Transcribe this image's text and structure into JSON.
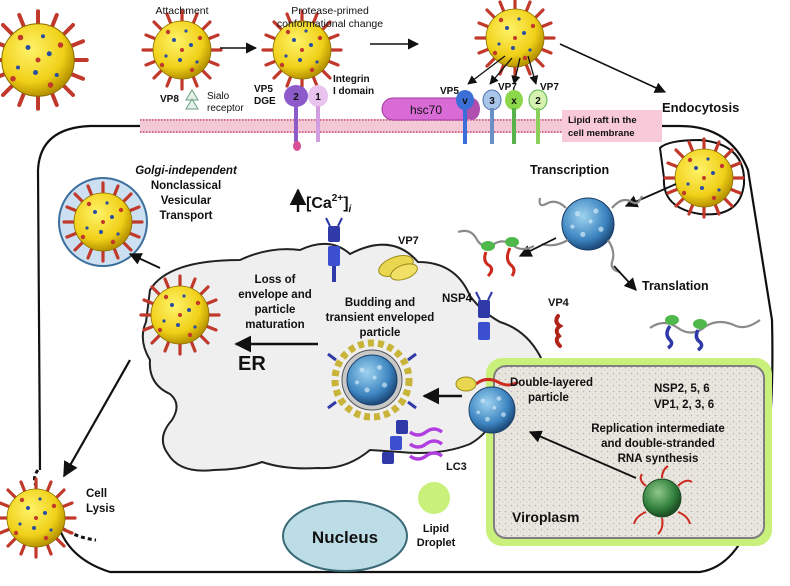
{
  "labels": {
    "attachment": "Attachment",
    "protease_primed_1": "Protease-primed",
    "protease_primed_2": "conformational change",
    "vp8": "VP8",
    "sialo_1": "Sialo",
    "sialo_2": "receptor",
    "vp5_left": "VP5",
    "dge": "DGE",
    "integrin_1": "Integrin",
    "integrin_2": "I domain",
    "integrin_num_1": "2",
    "integrin_num_2": "1",
    "vp5_right": "VP5",
    "hsc70": "hsc70",
    "vp7_a": "VP7",
    "vp7_b": "VP7",
    "receptor_v": "v",
    "receptor_3": "3",
    "receptor_x": "x",
    "receptor_2": "2",
    "lipid_raft_1": "Lipid raft in the",
    "lipid_raft_2": "cell membrane",
    "endocytosis": "Endocytosis",
    "golgi_italic": "Golgi-independent",
    "golgi_1": "Nonclassical",
    "golgi_2": "Vesicular",
    "golgi_3": "Transport",
    "calcium_main": "[Ca",
    "calcium_sup": "2+",
    "calcium_close": "]",
    "calcium_sub": "i",
    "transcription": "Transcription",
    "translation": "Translation",
    "vp7_er": "VP7",
    "loss_1": "Loss of",
    "loss_2": "envelope and",
    "loss_3": "particle",
    "loss_4": "maturation",
    "budding_1": "Budding and",
    "budding_2": "transient enveloped",
    "budding_3": "particle",
    "nsp4": "NSP4",
    "vp4": "VP4",
    "er": "ER",
    "double_layered_1": "Double-layered",
    "double_layered_2": "particle",
    "nsp_1": "NSP2, 5, 6",
    "nsp_2": "VP1, 2, 3, 6",
    "replication_1": "Replication intermediate",
    "replication_2": "and double-stranded",
    "replication_3": "RNA synthesis",
    "lc3": "LC3",
    "cell_lysis_1": "Cell",
    "cell_lysis_2": "Lysis",
    "nucleus": "Nucleus",
    "lipid_droplet_1": "Lipid",
    "lipid_droplet_2": "Droplet",
    "viroplasm": "Viroplasm"
  },
  "colors": {
    "virus_shell": "#f2d41c",
    "virus_spike": "#c0392b",
    "virus_core": "#1e5f9c",
    "membrane": "#e88aa8",
    "er_fill": "#f0f0f0",
    "nucleus": "#bcdde6",
    "lipid_droplet": "#c8f07a",
    "viroplasm_border": "#b9e36a",
    "hsc70": "#d96bd6",
    "lipid_raft_box": "#f7c9d9",
    "nsp4": "#2f3aa8",
    "lc3": "#b03ee0"
  }
}
